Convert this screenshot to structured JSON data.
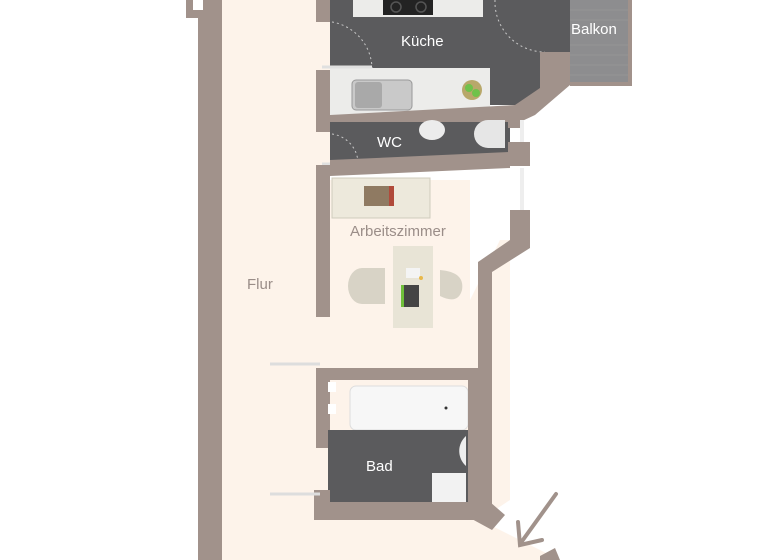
{
  "colors": {
    "wall": "#a1928b",
    "floor_light": "#fdf3ea",
    "floor_dark": "#5b5b5d",
    "balcony": "#8d8d8f",
    "counter": "#ececea",
    "label_light": "#ffffff",
    "label_dark": "#9a8d88"
  },
  "rooms": [
    {
      "id": "kueche",
      "label": "Küche"
    },
    {
      "id": "balkon",
      "label": "Balkon"
    },
    {
      "id": "wc",
      "label": "WC"
    },
    {
      "id": "arbeitszimmer",
      "label": "Arbeitszimmer"
    },
    {
      "id": "flur",
      "label": "Flur"
    },
    {
      "id": "bad",
      "label": "Bad"
    }
  ],
  "furniture": [
    "stove",
    "kitchen-sink",
    "fruit-bowl",
    "wc-sink",
    "toilet",
    "bookshelf-rug",
    "armchair",
    "desk",
    "laptop",
    "office-chair",
    "bathtub",
    "bath-sink",
    "bath-cabinet"
  ],
  "entrance_arrow": "arrow-down-left-icon"
}
